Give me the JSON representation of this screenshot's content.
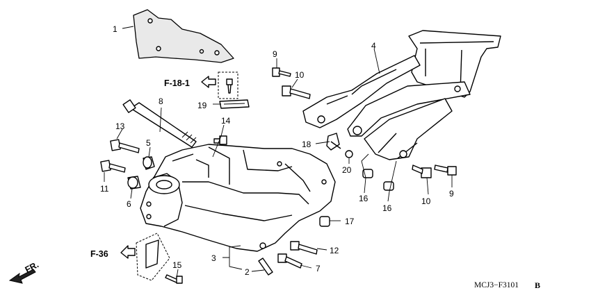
{
  "diagram": {
    "code": "MCJ3−F3101",
    "code_suffix": "B",
    "direction_label": "FR.",
    "refs": {
      "upper": "F-18-1",
      "lower": "F-36"
    },
    "callouts": {
      "c1": "1",
      "c2": "2",
      "c3": "3",
      "c4": "4",
      "c5": "5",
      "c6": "6",
      "c7": "7",
      "c8": "8",
      "c9a": "9",
      "c9b": "9",
      "c10a": "10",
      "c10b": "10",
      "c11": "11",
      "c12": "12",
      "c13": "13",
      "c14": "14",
      "c15": "15",
      "c16a": "16",
      "c16b": "16",
      "c17": "17",
      "c18": "18",
      "c19": "19",
      "c20": "20"
    }
  }
}
